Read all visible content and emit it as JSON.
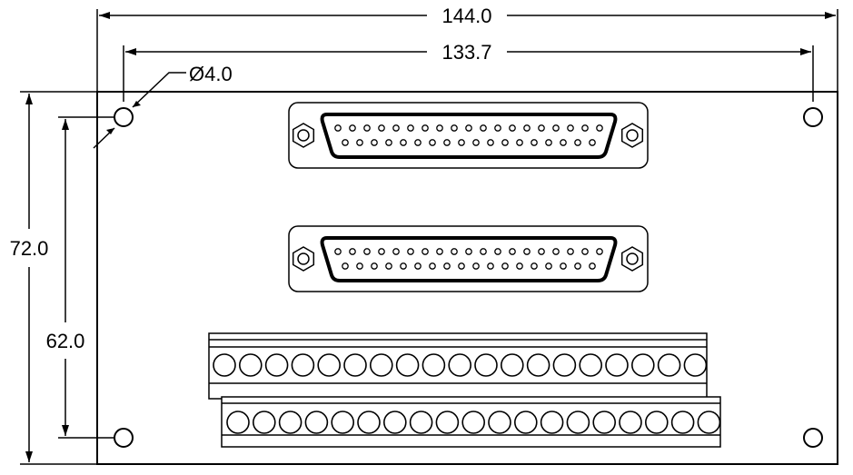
{
  "dimensions": {
    "overall_width": "144.0",
    "hole_spacing_x": "133.7",
    "hole_diameter": "Ø4.0",
    "overall_height": "72.0",
    "hole_spacing_y": "62.0"
  },
  "components": {
    "db_connectors": [
      {
        "pin_rows": [
          19,
          18
        ]
      },
      {
        "pin_rows": [
          19,
          18
        ]
      }
    ],
    "terminal_blocks": [
      {
        "terminals": 19
      },
      {
        "terminals": 19
      }
    ],
    "mounting_holes": 4
  }
}
